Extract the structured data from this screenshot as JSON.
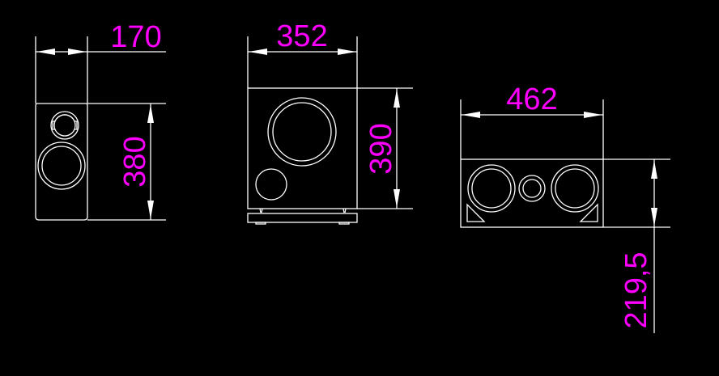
{
  "drawing": {
    "background": "#000000",
    "line_color": "#ffffff",
    "dimension_color": "#ff00ff",
    "views": [
      {
        "name": "bookshelf-speaker-front",
        "width_label": "170",
        "height_label": "380"
      },
      {
        "name": "subwoofer-front",
        "width_label": "352",
        "height_label": "390"
      },
      {
        "name": "center-speaker-front",
        "width_label": "462",
        "height_label": "219,5"
      }
    ]
  }
}
